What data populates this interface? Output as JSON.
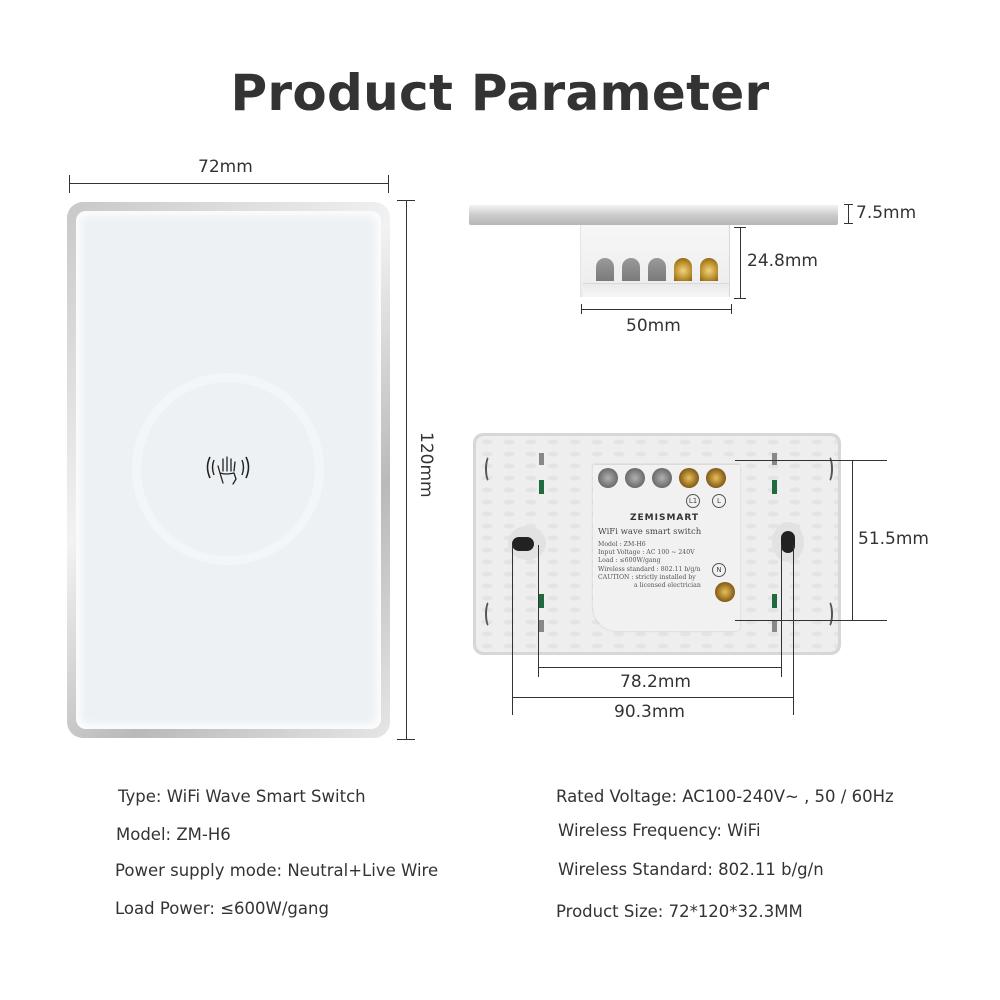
{
  "title": "Product Parameter",
  "front_view": {
    "width_label": "72mm",
    "height_label": "120mm",
    "touch_icon": "hand-wave-icon"
  },
  "side_view": {
    "plate_thickness_label": "7.5mm",
    "body_depth_label": "24.8mm",
    "body_width_label": "50mm"
  },
  "back_view": {
    "height_label": "51.5mm",
    "inner_hole_spacing_label": "78.2mm",
    "outer_hole_spacing_label": "90.3mm",
    "module": {
      "brand": "ZEMISMART",
      "title": "WiFi wave smart switch",
      "lines": [
        "Model : ZM-H6",
        "Input Voltage : AC 100 ~ 240V",
        "Load : ≤600W/gang",
        "Wireless standard : 802.11 b/g/n",
        "CAUTION : strictly installed by",
        "a licensed electrician"
      ],
      "terminal_labels": [
        "L1",
        "L",
        "N"
      ]
    }
  },
  "specs": {
    "left": [
      "Type: WiFi Wave Smart Switch",
      "Model: ZM-H6",
      "Power supply mode: Neutral+Live Wire",
      "Load Power: ≤600W/gang"
    ],
    "right": [
      "Rated Voltage: AC100-240V~ , 50 / 60Hz",
      "Wireless Frequency: WiFi",
      "Wireless Standard: 802.11 b/g/n",
      "Product Size: 72*120*32.3MM"
    ]
  }
}
